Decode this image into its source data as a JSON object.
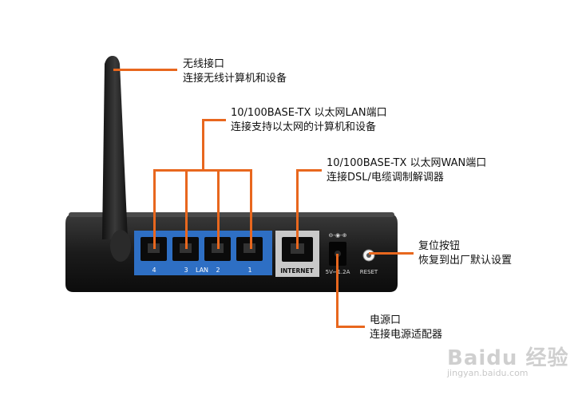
{
  "callouts": {
    "wireless": {
      "title": "无线接口",
      "desc": "连接无线计算机和设备"
    },
    "lan": {
      "title": "10/100BASE-TX 以太网LAN端口",
      "desc": "连接支持以太网的计算机和设备"
    },
    "wan": {
      "title": "10/100BASE-TX 以太网WAN端口",
      "desc": "连接DSL/电缆调制解调器"
    },
    "reset": {
      "title": "复位按钮",
      "desc": "恢复到出厂默认设置"
    },
    "power": {
      "title": "电源口",
      "desc": "连接电源适配器"
    }
  },
  "device": {
    "lan_port_numbers": [
      "4",
      "3",
      "2",
      "1"
    ],
    "lan_label": "LAN",
    "internet_label": "INTERNET",
    "power_label": "5V⎓1.2A",
    "reset_label": "RESET"
  },
  "watermark": {
    "logo": "Baidu 经验",
    "url": "jingyan.baidu.com"
  },
  "colors": {
    "leader": "#e8671e",
    "lan_panel": "#2e6fc4",
    "body": "#1d1d1d"
  }
}
